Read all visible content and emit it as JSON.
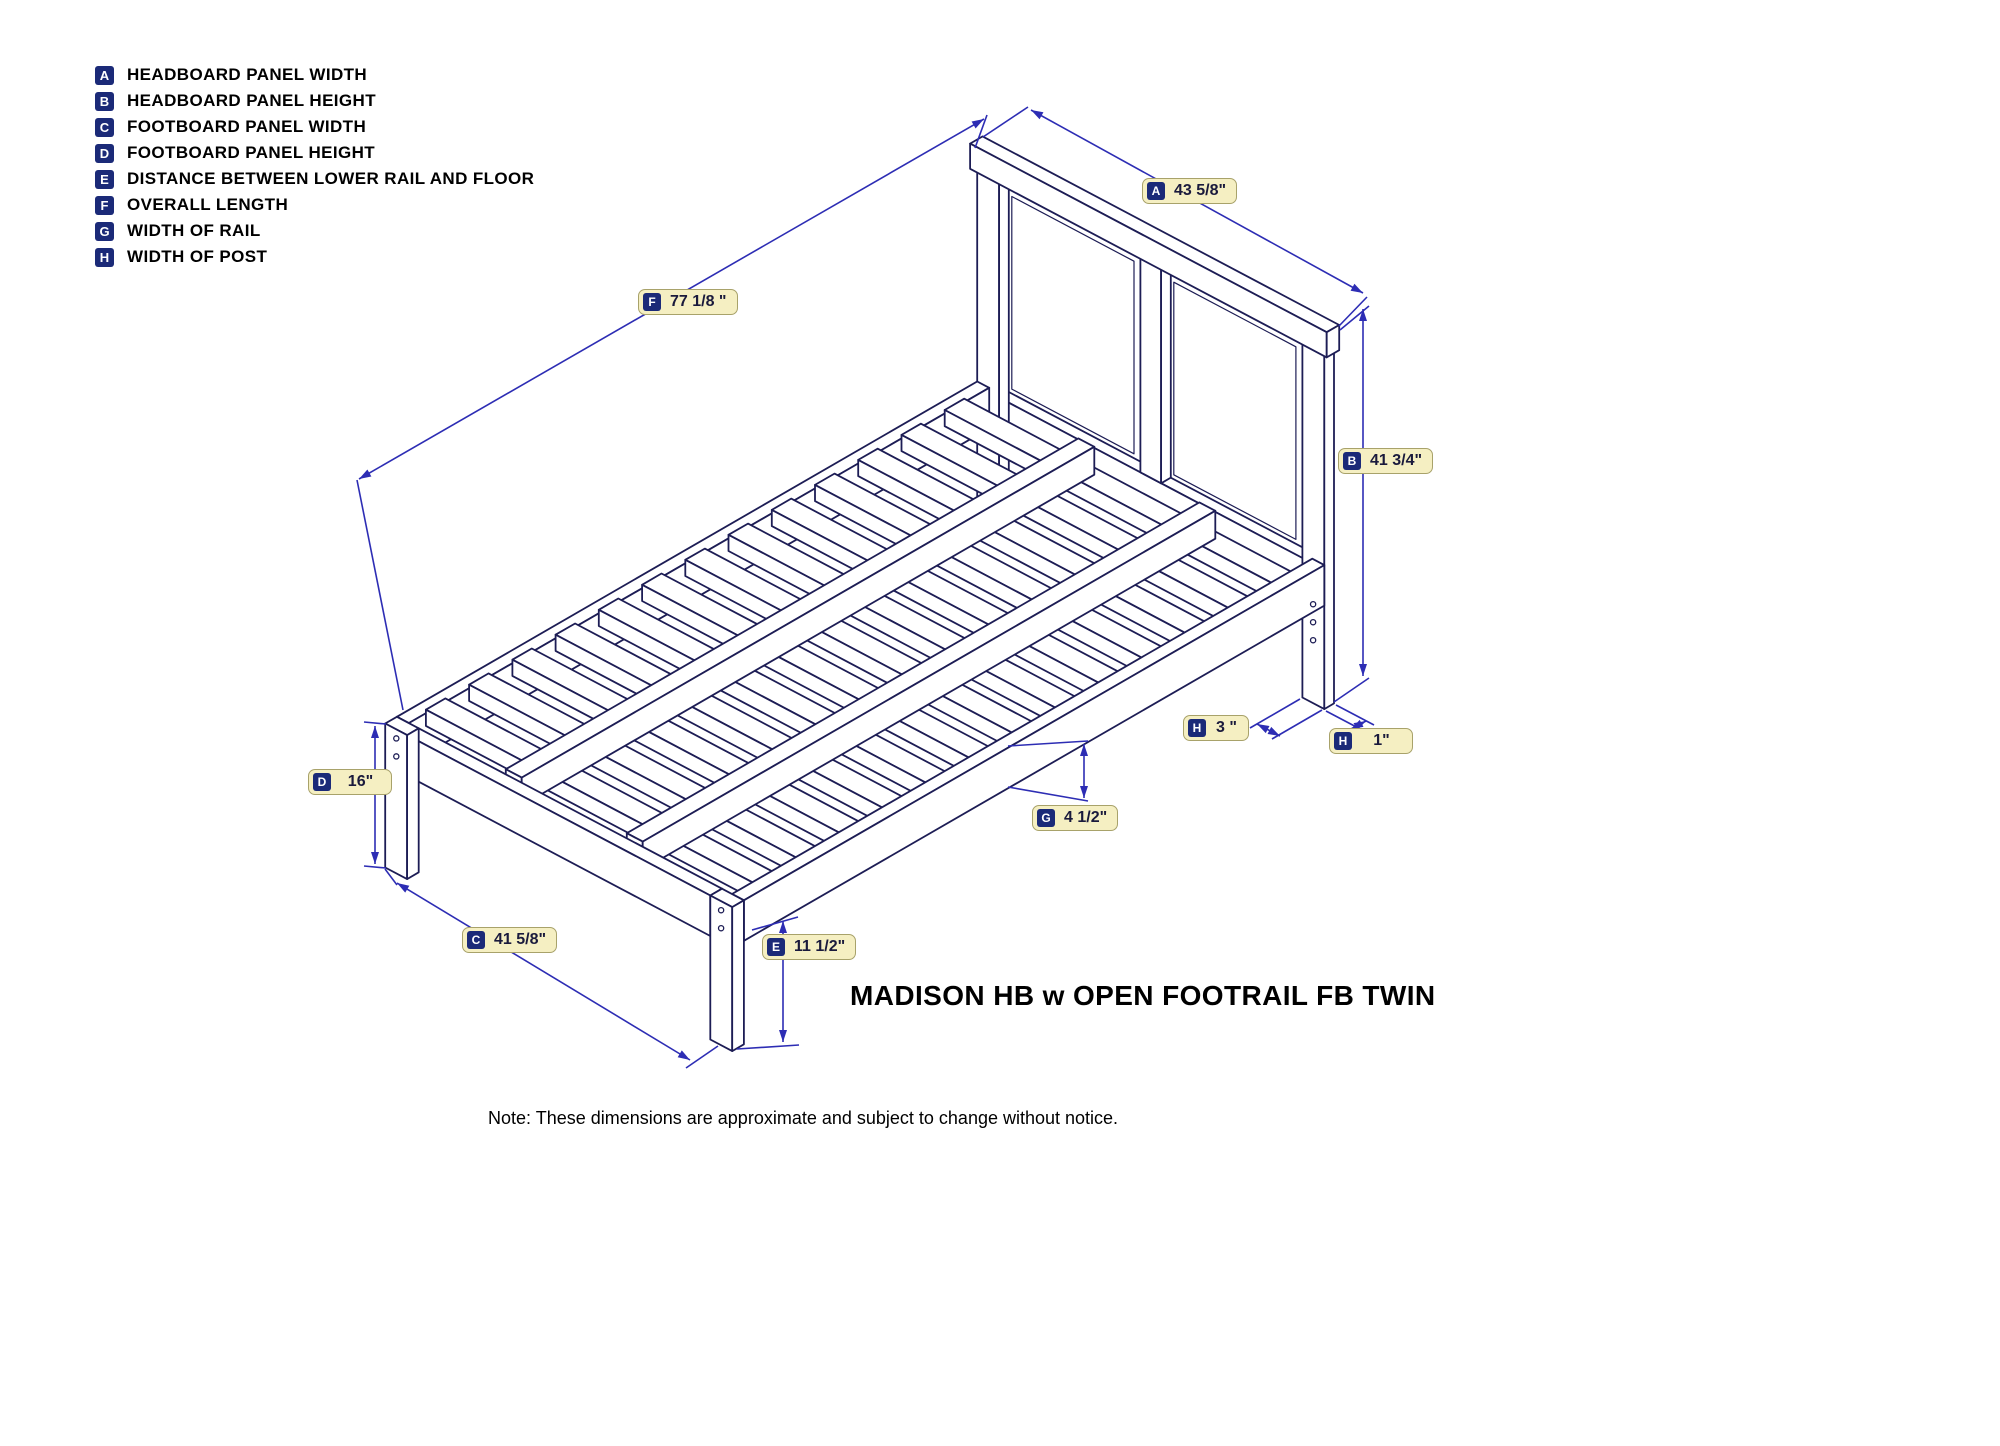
{
  "legend": {
    "items": [
      {
        "letter": "A",
        "label": "HEADBOARD PANEL WIDTH"
      },
      {
        "letter": "B",
        "label": "HEADBOARD PANEL HEIGHT"
      },
      {
        "letter": "C",
        "label": "FOOTBOARD PANEL WIDTH"
      },
      {
        "letter": "D",
        "label": "FOOTBOARD PANEL HEIGHT"
      },
      {
        "letter": "E",
        "label": "DISTANCE BETWEEN LOWER RAIL AND FLOOR"
      },
      {
        "letter": "F",
        "label": "OVERALL LENGTH"
      },
      {
        "letter": "G",
        "label": "WIDTH OF RAIL"
      },
      {
        "letter": "H",
        "label": "WIDTH OF POST"
      }
    ]
  },
  "callouts": {
    "A": {
      "letter": "A",
      "value": "43 5/8\""
    },
    "B": {
      "letter": "B",
      "value": "41 3/4\""
    },
    "C": {
      "letter": "C",
      "value": "41 5/8\""
    },
    "D": {
      "letter": "D",
      "value": "16\""
    },
    "E": {
      "letter": "E",
      "value": "11 1/2\""
    },
    "F": {
      "letter": "F",
      "value": "77 1/8 \""
    },
    "G": {
      "letter": "G",
      "value": "4 1/2\""
    },
    "H3": {
      "letter": "H",
      "value": "3 \""
    },
    "H1": {
      "letter": "H",
      "value": "1\""
    }
  },
  "title": "MADISON HB w OPEN FOOTRAIL FB TWIN",
  "note": "Note: These dimensions are approximate and subject to change without notice.",
  "colors": {
    "line": "#1d1d55",
    "dimension": "#2d2db4",
    "badge": "#1b2a78",
    "pill": "#f5efc2"
  }
}
